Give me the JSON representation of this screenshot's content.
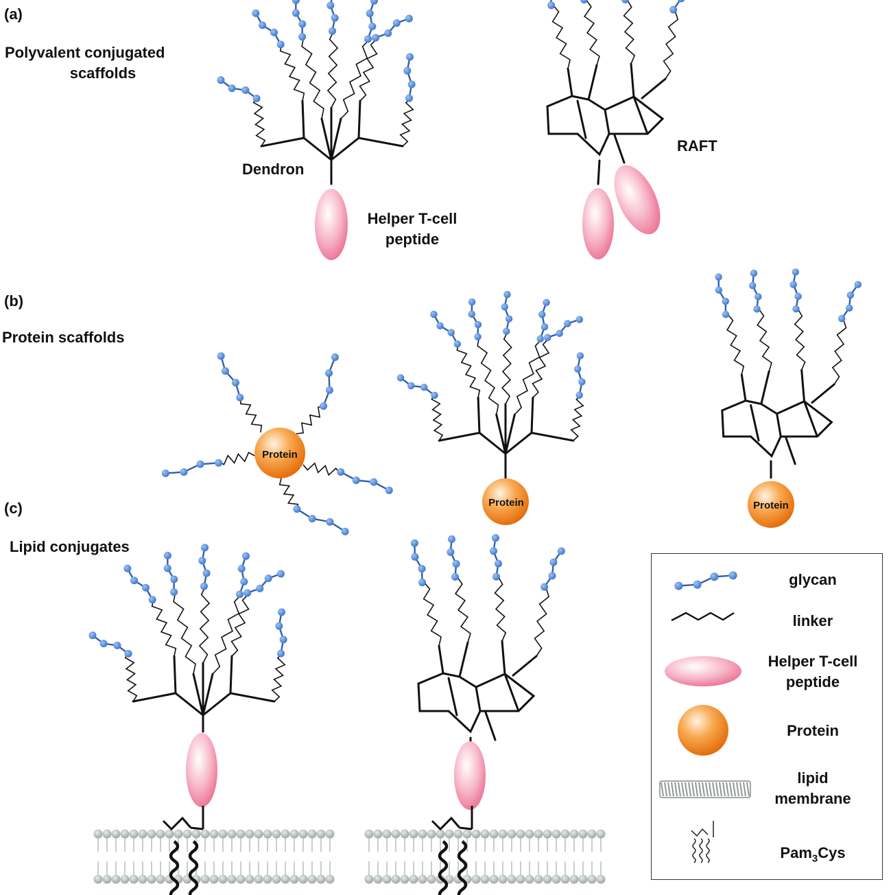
{
  "panels": {
    "a": {
      "letter": "(a)",
      "title_line1": "Polyvalent conjugated",
      "title_line2": "scaffolds",
      "dendron_label": "Dendron",
      "peptide_line1": "Helper T-cell",
      "peptide_line2": "peptide",
      "raft_label": "RAFT"
    },
    "b": {
      "letter": "(b)",
      "title": "Protein scaffolds",
      "protein_label": "Protein"
    },
    "c": {
      "letter": "(c)",
      "title": "Lipid conjugates"
    }
  },
  "legend": {
    "glycan": "glycan",
    "linker": "linker",
    "peptide_line1": "Helper T-cell",
    "peptide_line2": "peptide",
    "protein": "Protein",
    "lipid_line1": "lipid",
    "lipid_line2": "membrane",
    "pam_prefix": "Pam",
    "pam_sub": "3",
    "pam_suffix": "Cys"
  },
  "colors": {
    "glycan": "#4a86d8",
    "glycan_dark": "#2f5fa8",
    "peptide": "#f08aa8",
    "protein": "#f28a24",
    "membrane": "#a8b0b0",
    "line": "#111111"
  }
}
